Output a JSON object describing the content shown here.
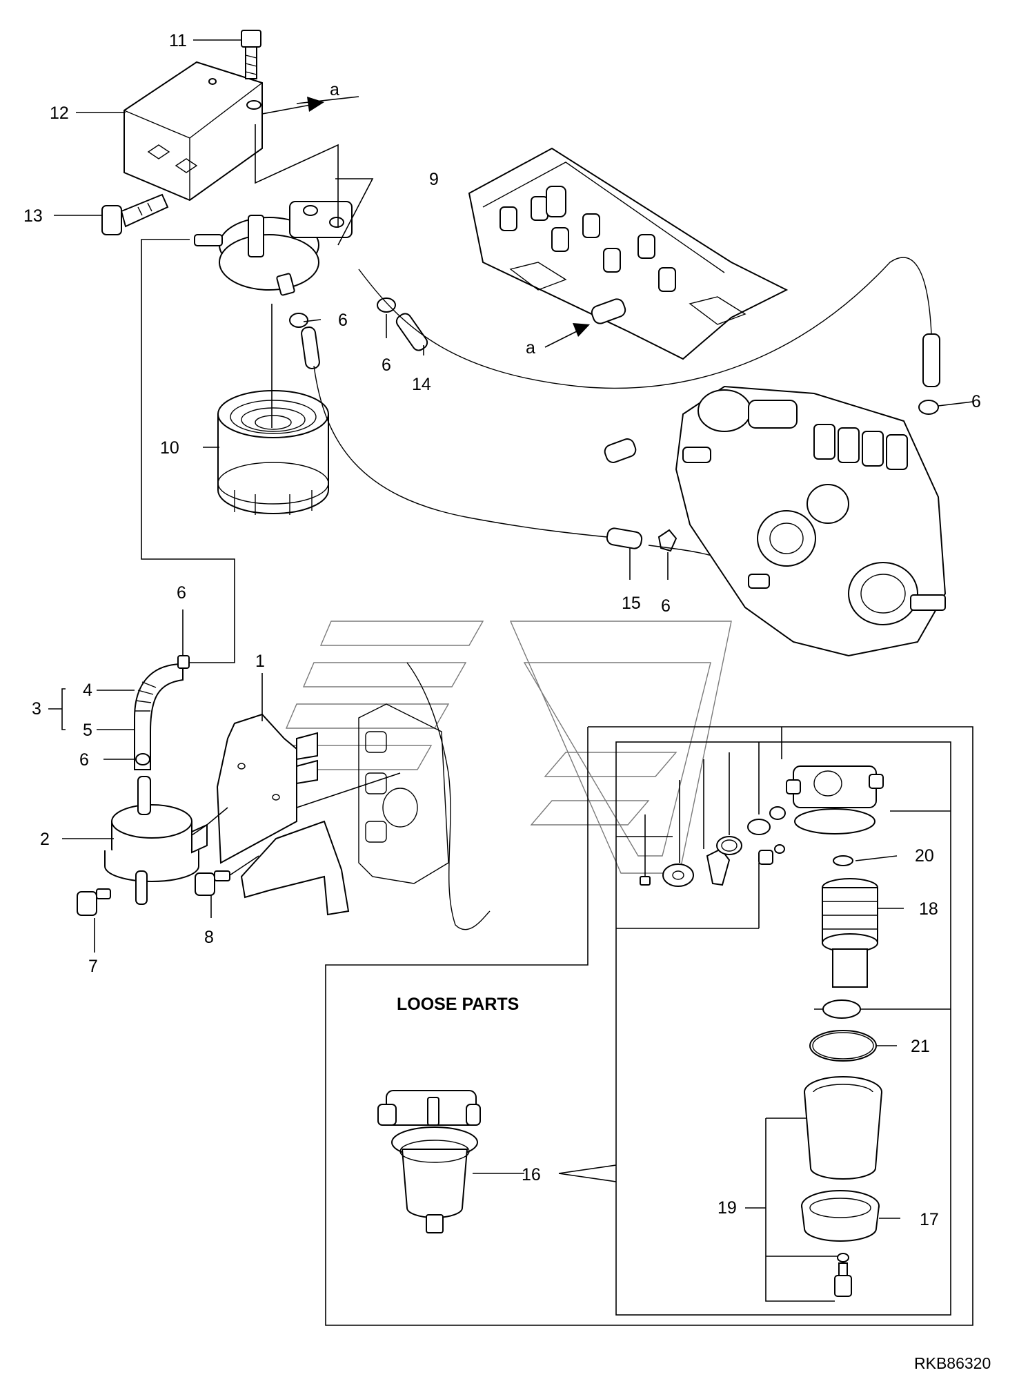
{
  "callouts": {
    "c1": "1",
    "c2": "2",
    "c3": "3",
    "c4": "4",
    "c5": "5",
    "c6": "6",
    "c7": "7",
    "c8": "8",
    "c9": "9",
    "c10": "10",
    "c11": "11",
    "c12": "12",
    "c13": "13",
    "c14": "14",
    "c15": "15",
    "c16": "16",
    "c17": "17",
    "c18": "18",
    "c19": "19",
    "c20": "20",
    "c21": "21",
    "a": "a"
  },
  "loose_parts_label": "LOOSE PARTS",
  "drawing_code": "RKB86320"
}
